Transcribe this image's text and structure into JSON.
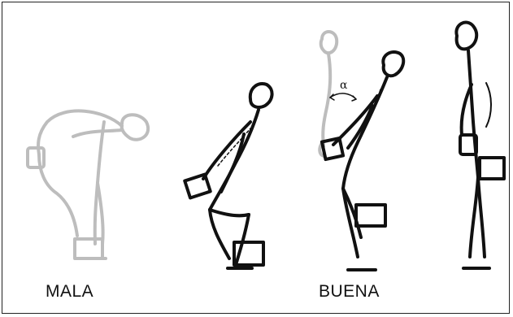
{
  "labels": {
    "bad": "MALA",
    "good": "BUENA",
    "angle": "α"
  },
  "colors": {
    "stroke_dark": "#111111",
    "stroke_light": "#bdbdbd",
    "background": "#ffffff"
  }
}
